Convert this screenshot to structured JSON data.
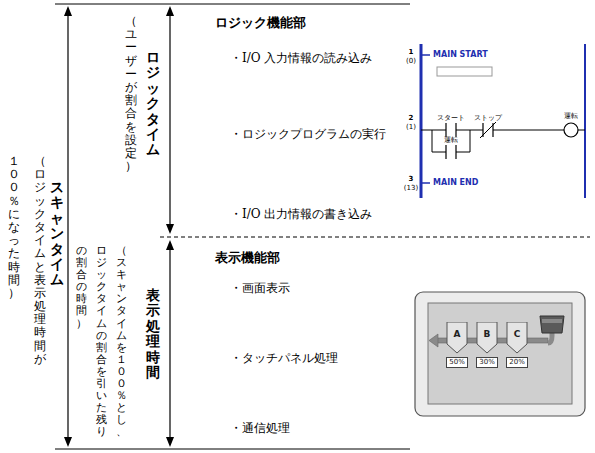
{
  "diagram": {
    "nodes": [
      {
        "text": [
          "A",
          "50%"
        ]
      },
      {
        "text": [
          "B",
          "30%"
        ]
      },
      {
        "text": [
          "C",
          "20%"
        ]
      }
    ],
    "labels": [
      "スキャンタイム",
      "（ロジックタイムと表示処理時間が１００％になった時間）",
      "ロジックタイム",
      "（ユーザーが割合を設定）",
      "表示処理時間",
      "（スキャンタイムを１００％とし、ロジックタイムの割合を引いた残りの割合の時間）",
      "ロジック機能部",
      "・I/O 入力情報の読み込み",
      "・ロジックプログラムの実行",
      "・I/O 出力情報の書き込み",
      "表示機能部",
      "・画面表示",
      "・タッチパネル処理",
      "・通信処理",
      "1",
      "(0)",
      "MAIN START",
      "2",
      "(1)",
      "スタート",
      "ストップ",
      "運転",
      "運転",
      "3",
      "(13)",
      "MAIN END"
    ]
  }
}
